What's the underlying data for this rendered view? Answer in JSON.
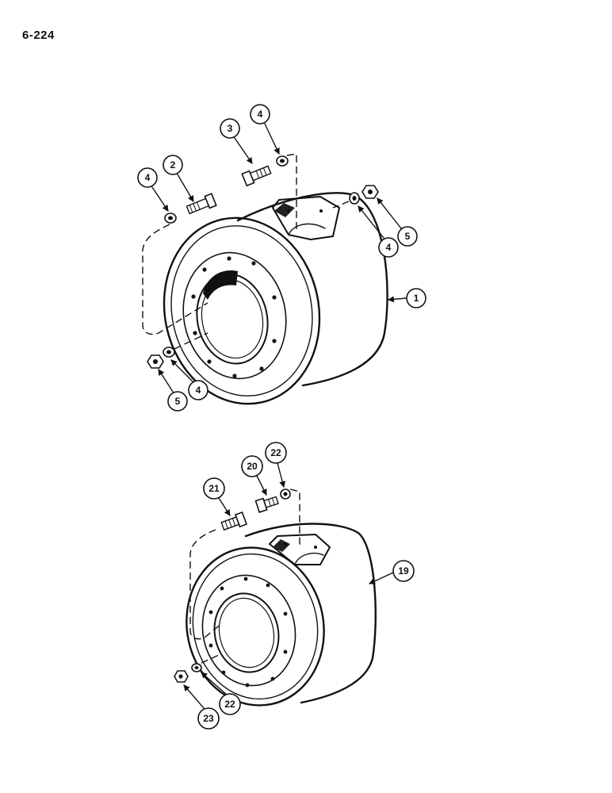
{
  "page_number": "6-224",
  "callouts": {
    "c1": "1",
    "c2": "2",
    "c3": "3",
    "c4a": "4",
    "c4b": "4",
    "c4c": "4",
    "c4d": "4",
    "c5a": "5",
    "c5b": "5",
    "c19": "19",
    "c20": "20",
    "c21": "21",
    "c22a": "22",
    "c22b": "22",
    "c23": "23"
  }
}
